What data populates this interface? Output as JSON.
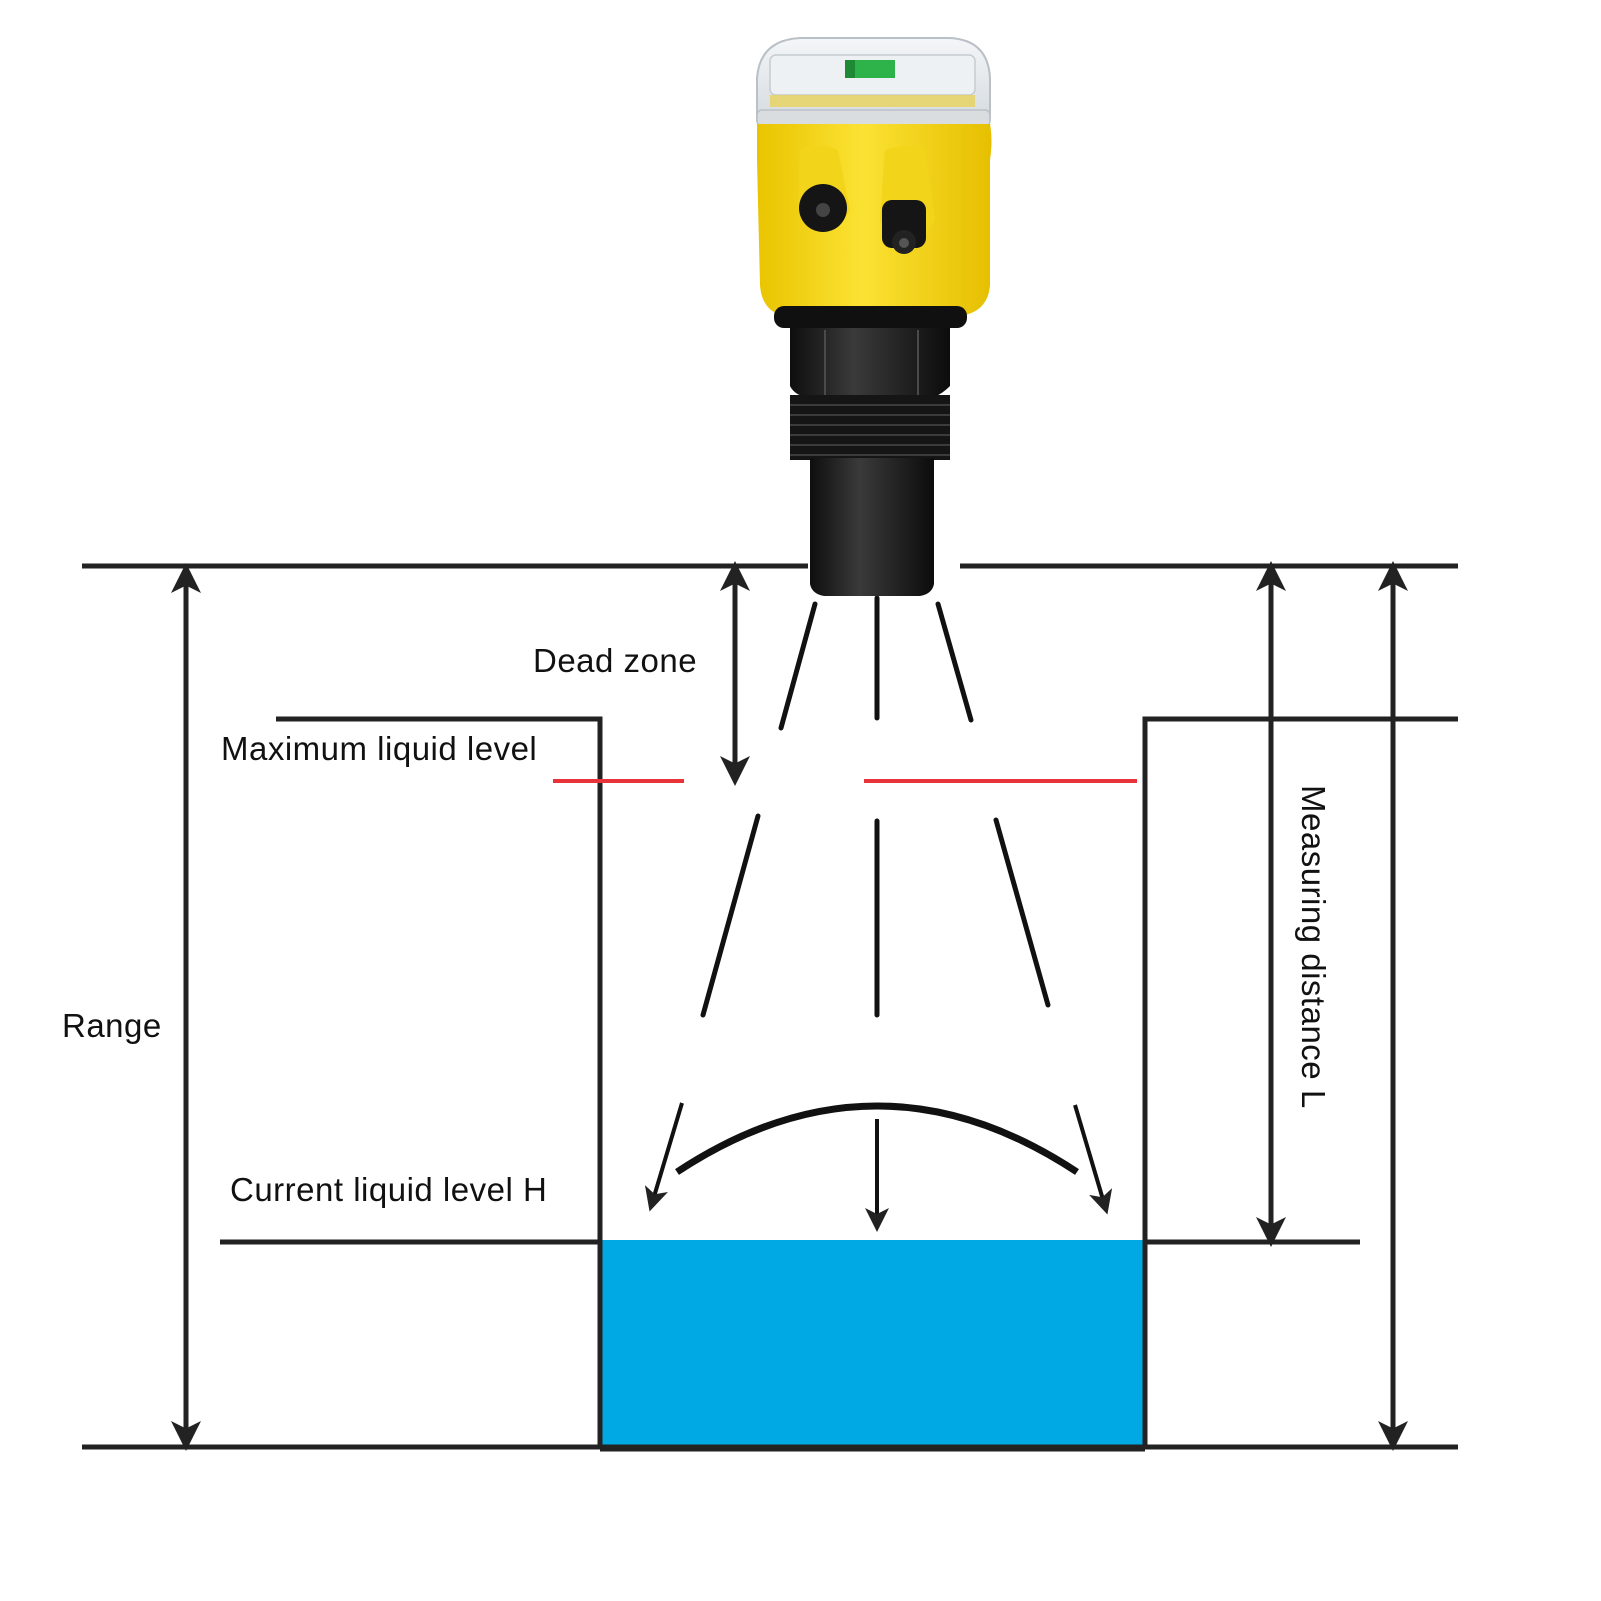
{
  "labels": {
    "dead_zone": "Dead zone",
    "maximum_liquid_level": "Maximum liquid level",
    "range": "Range",
    "current_liquid_level": "Current liquid level H",
    "measuring_distance": "Measuring distance L"
  },
  "colors": {
    "line": "#222222",
    "max_level_marker": "#e8333a",
    "liquid": "#00a9e3",
    "sensor_body": "#f5d916",
    "sensor_probe": "#1d1d1d"
  },
  "icons": {
    "sensor": "ultrasonic-level-sensor",
    "arrows": "double-headed-arrow",
    "beam": "dashed-sound-wave"
  }
}
